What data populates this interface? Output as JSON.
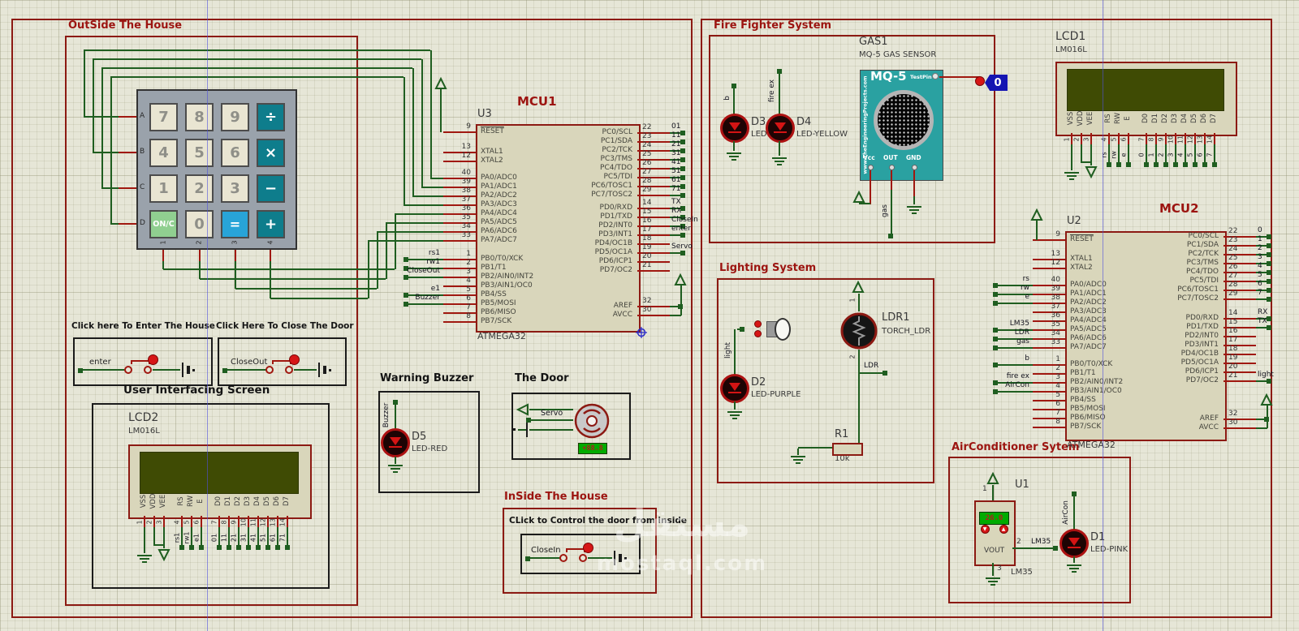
{
  "sections": {
    "outside": "OutSide The House",
    "fire": "Fire Fighter System",
    "lighting": "Lighting System",
    "aircon": "AirConditioner Sytem",
    "inside": "InSide The House"
  },
  "boxes": {
    "enter": "Click here To Enter The House",
    "close": "Click Here To Close The Door",
    "ui": "User Interfacing Screen",
    "buzzer": "Warning Buzzer",
    "door": "The Door",
    "inside_caption": "CLick to Control the door from inside"
  },
  "nets": {
    "enter": "enter",
    "closeout": "CloseOut",
    "closein": "CloseIn",
    "buzzer": "Buzzer",
    "servo": "Servo",
    "b": "b",
    "fireex": "fire ex",
    "gas": "gas",
    "light": "light",
    "ldr": "LDR",
    "lm35": "LM35",
    "aircon": "AirCon"
  },
  "keypad": {
    "row_labels": [
      "A",
      "B",
      "C",
      "D"
    ],
    "col_labels": [
      "1",
      "2",
      "3",
      "4"
    ],
    "keys": [
      [
        {
          "t": "7",
          "k": "num"
        },
        {
          "t": "8",
          "k": "num"
        },
        {
          "t": "9",
          "k": "num"
        },
        {
          "t": "÷",
          "k": "teal"
        }
      ],
      [
        {
          "t": "4",
          "k": "num"
        },
        {
          "t": "5",
          "k": "num"
        },
        {
          "t": "6",
          "k": "num"
        },
        {
          "t": "×",
          "k": "teal"
        }
      ],
      [
        {
          "t": "1",
          "k": "num"
        },
        {
          "t": "2",
          "k": "num"
        },
        {
          "t": "3",
          "k": "num"
        },
        {
          "t": "−",
          "k": "teal"
        }
      ],
      [
        {
          "t": "ON/C",
          "k": "green"
        },
        {
          "t": "0",
          "k": "num"
        },
        {
          "t": "=",
          "k": "blue"
        },
        {
          "t": "+",
          "k": "teal"
        }
      ]
    ]
  },
  "mcu1": {
    "title": "MCU1",
    "ref": "U3",
    "part": "ATMEGA32",
    "left_pins": [
      [
        "9",
        "RESET",
        ""
      ],
      [
        "13",
        "XTAL1",
        ""
      ],
      [
        "12",
        "XTAL2",
        ""
      ],
      [
        "40",
        "PA0/ADC0",
        ""
      ],
      [
        "39",
        "PA1/ADC1",
        ""
      ],
      [
        "38",
        "PA2/ADC2",
        ""
      ],
      [
        "37",
        "PA3/ADC3",
        ""
      ],
      [
        "36",
        "PA4/ADC4",
        ""
      ],
      [
        "35",
        "PA5/ADC5",
        ""
      ],
      [
        "34",
        "PA6/ADC6",
        ""
      ],
      [
        "33",
        "PA7/ADC7",
        ""
      ],
      [
        "1",
        "PB0/T0/XCK",
        "rs1"
      ],
      [
        "2",
        "PB1/T1",
        "rw1"
      ],
      [
        "3",
        "PB2/AIN0/INT2",
        "CloseOut"
      ],
      [
        "4",
        "PB3/AIN1/OC0",
        ""
      ],
      [
        "5",
        "PB4/SS",
        "e1"
      ],
      [
        "6",
        "PB5/MOSI",
        "Buzzer"
      ],
      [
        "7",
        "PB6/MISO",
        ""
      ],
      [
        "8",
        "PB7/SCK",
        ""
      ]
    ],
    "right_pins": [
      [
        "22",
        "PC0/SCL",
        "01"
      ],
      [
        "23",
        "PC1/SDA",
        "11"
      ],
      [
        "24",
        "PC2/TCK",
        "21"
      ],
      [
        "25",
        "PC3/TMS",
        "31"
      ],
      [
        "26",
        "PC4/TDO",
        "41"
      ],
      [
        "27",
        "PC5/TDI",
        "51"
      ],
      [
        "28",
        "PC6/TOSC1",
        "61"
      ],
      [
        "29",
        "PC7/TOSC2",
        "71"
      ],
      [
        "14",
        "PD0/RXD",
        "TX"
      ],
      [
        "15",
        "PD1/TXD",
        "RX"
      ],
      [
        "16",
        "PD2/INT0",
        "CloseIn"
      ],
      [
        "17",
        "PD3/INT1",
        "enter"
      ],
      [
        "18",
        "PD4/OC1B",
        ""
      ],
      [
        "19",
        "PD5/OC1A",
        "Servo"
      ],
      [
        "20",
        "PD6/ICP1",
        ""
      ],
      [
        "21",
        "PD7/OC2",
        ""
      ],
      [
        "32",
        "AREF",
        ""
      ],
      [
        "30",
        "AVCC",
        ""
      ]
    ]
  },
  "mcu2": {
    "title": "MCU2",
    "ref": "U2",
    "part": "ATMEGA32",
    "left_pins": [
      [
        "9",
        "RESET",
        ""
      ],
      [
        "13",
        "XTAL1",
        ""
      ],
      [
        "12",
        "XTAL2",
        ""
      ],
      [
        "40",
        "PA0/ADC0",
        "rs"
      ],
      [
        "39",
        "PA1/ADC1",
        "rw"
      ],
      [
        "38",
        "PA2/ADC2",
        "e"
      ],
      [
        "37",
        "PA3/ADC3",
        ""
      ],
      [
        "36",
        "PA4/ADC4",
        ""
      ],
      [
        "35",
        "PA5/ADC5",
        "LM35"
      ],
      [
        "34",
        "PA6/ADC6",
        "LDR"
      ],
      [
        "33",
        "PA7/ADC7",
        "gas"
      ],
      [
        "1",
        "PB0/T0/XCK",
        "b"
      ],
      [
        "2",
        "PB1/T1",
        ""
      ],
      [
        "3",
        "PB2/AIN0/INT2",
        "fire ex"
      ],
      [
        "4",
        "PB3/AIN1/OC0",
        "AirCon"
      ],
      [
        "5",
        "PB4/SS",
        ""
      ],
      [
        "6",
        "PB5/MOSI",
        ""
      ],
      [
        "7",
        "PB6/MISO",
        ""
      ],
      [
        "8",
        "PB7/SCK",
        ""
      ]
    ],
    "right_pins": [
      [
        "22",
        "PC0/SCL",
        "0"
      ],
      [
        "23",
        "PC1/SDA",
        "1"
      ],
      [
        "24",
        "PC2/TCK",
        "2"
      ],
      [
        "25",
        "PC3/TMS",
        "3"
      ],
      [
        "26",
        "PC4/TDO",
        "4"
      ],
      [
        "27",
        "PC5/TDI",
        "5"
      ],
      [
        "28",
        "PC6/TOSC1",
        "6"
      ],
      [
        "29",
        "PC7/TOSC2",
        "7"
      ],
      [
        "14",
        "PD0/RXD",
        "RX"
      ],
      [
        "15",
        "PD1/TXD",
        "TX"
      ],
      [
        "16",
        "PD2/INT0",
        ""
      ],
      [
        "17",
        "PD3/INT1",
        ""
      ],
      [
        "18",
        "PD4/OC1B",
        ""
      ],
      [
        "19",
        "PD5/OC1A",
        ""
      ],
      [
        "20",
        "PD6/ICP1",
        ""
      ],
      [
        "21",
        "PD7/OC2",
        "light"
      ],
      [
        "32",
        "AREF",
        ""
      ],
      [
        "30",
        "AVCC",
        ""
      ]
    ]
  },
  "lcd1": {
    "ref": "LCD1",
    "part": "LM016L",
    "pin_names": [
      "VSS",
      "VDD",
      "VEE",
      "RS",
      "RW",
      "E",
      "D0",
      "D1",
      "D2",
      "D3",
      "D4",
      "D5",
      "D6",
      "D7"
    ],
    "pin_numbers": [
      "1",
      "2",
      "3",
      "4",
      "5",
      "6",
      "7",
      "8",
      "9",
      "10",
      "11",
      "12",
      "13",
      "14"
    ],
    "pin_nets": [
      "",
      "",
      "",
      "rs",
      "rw",
      "e",
      "0",
      "1",
      "2",
      "3",
      "4",
      "5",
      "6",
      "7"
    ]
  },
  "lcd2": {
    "ref": "LCD2",
    "part": "LM016L",
    "pin_names": [
      "VSS",
      "VDD",
      "VEE",
      "RS",
      "RW",
      "E",
      "D0",
      "D1",
      "D2",
      "D3",
      "D4",
      "D5",
      "D6",
      "D7"
    ],
    "pin_numbers": [
      "1",
      "2",
      "3",
      "4",
      "5",
      "6",
      "7",
      "8",
      "9",
      "10",
      "11",
      "12",
      "13",
      "14"
    ],
    "pin_nets": [
      "",
      "",
      "",
      "rs1",
      "rw1",
      "e1",
      "01",
      "11",
      "21",
      "31",
      "41",
      "51",
      "61",
      "71"
    ]
  },
  "gas": {
    "ref": "GAS1",
    "desc": "MQ-5 GAS SENSOR",
    "logo": "MQ-5",
    "testpin": "TestPin",
    "brand": "www.TheEngineeringProjects.com",
    "pins": [
      "Vcc",
      "OUT",
      "GND"
    ],
    "probe": "0"
  },
  "leds": {
    "d1": {
      "ref": "D1",
      "part": "LED-PINK"
    },
    "d2": {
      "ref": "D2",
      "part": "LED-PURPLE"
    },
    "d3": {
      "ref": "D3",
      "part": "LED-RED"
    },
    "d4": {
      "ref": "D4",
      "part": "LED-YELLOW"
    },
    "d5": {
      "ref": "D5",
      "part": "LED-RED"
    }
  },
  "ldr": {
    "ref": "LDR1",
    "part": "TORCH_LDR",
    "pin1": "1",
    "pin2": "2"
  },
  "r1": {
    "ref": "R1",
    "value": "10k"
  },
  "u1": {
    "ref": "U1",
    "display": "26.0",
    "vout": "VOUT",
    "part": "LM35",
    "pin1": "1",
    "pin2": "2",
    "pin3": "3"
  },
  "door": {
    "display": "+88.8"
  },
  "watermark": {
    "line1": "مستقل",
    "line2": "mostaql.com"
  },
  "colors": {
    "bg": "#e6e6d7",
    "box": "#8c1a13",
    "title": "#9c1410",
    "wire_green": "#1f5e20",
    "wire_red": "#a01810",
    "body": "#d9d6bb",
    "lcd_screen": "#3f4b04",
    "sensor_teal": "#2aa1a1",
    "flag_blue": "#1414b2",
    "key_num_bg": "#e9e5d2",
    "key_num_fg": "#8f8f88",
    "key_teal_bg": "#0e7d8c",
    "key_green_bg": "#90cf90",
    "key_blue_bg": "#28a4d8",
    "key_op_fg": "#ffffff",
    "display_green": "#00ab00",
    "seg_red": "#b02020",
    "actuator_red": "#d61616"
  }
}
